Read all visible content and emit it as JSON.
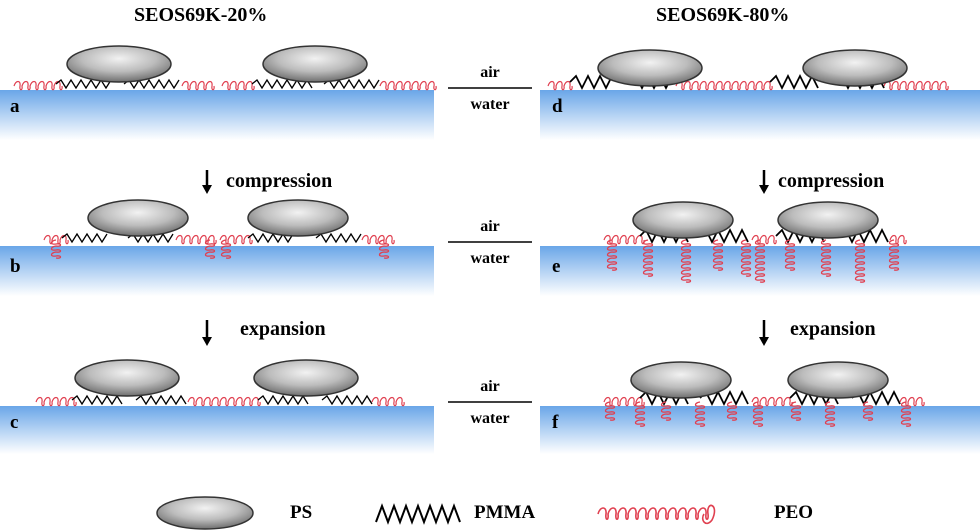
{
  "titles": {
    "left": "SEOS69K-20%",
    "right": "SEOS69K-80%"
  },
  "steps": {
    "compression": "compression",
    "expansion": "expansion"
  },
  "interface": {
    "air": "air",
    "water": "water"
  },
  "panels": [
    "a",
    "b",
    "c",
    "d",
    "e",
    "f"
  ],
  "legend": {
    "ps": "PS",
    "pmma": "PMMA",
    "peo": "PEO"
  },
  "colors": {
    "water_top": "#6aa6e8",
    "water_bottom": "#ffffff",
    "peo": "#e04050",
    "pmma": "#000000",
    "ps_light": "#f2f2f2",
    "ps_dark": "#6e6e6e"
  }
}
